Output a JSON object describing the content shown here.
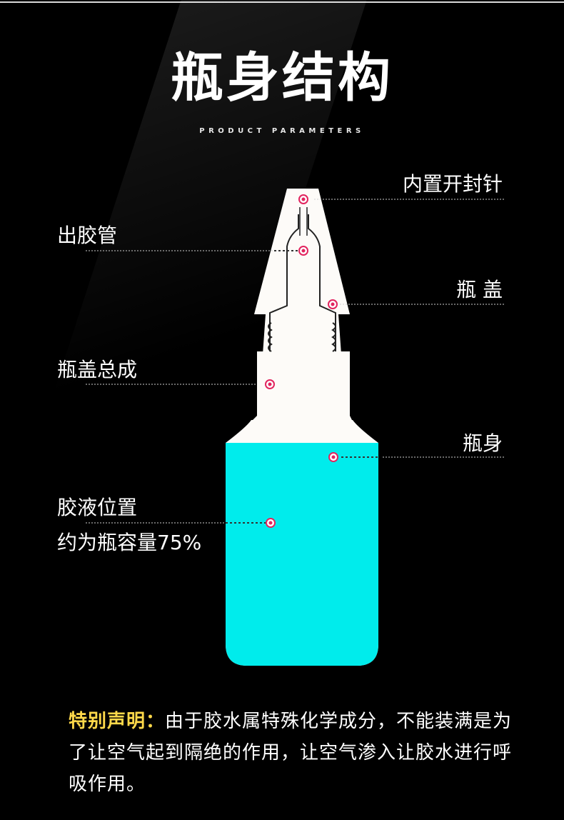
{
  "title": "瓶身结构",
  "subtitle": "PRODUCT PARAMETERS",
  "labels": {
    "needle": "内置开封针",
    "tube": "出胶管",
    "cap": "瓶 盖",
    "cap_assembly": "瓶盖总成",
    "body": "瓶身",
    "glue_level": "胶液位置",
    "capacity": "约为瓶容量75%"
  },
  "fill_level_fraction": 0.75,
  "colors": {
    "liquid": "#00ecec",
    "bottle": "#fdfbf8",
    "marker": "#e2245e",
    "highlight": "#ffd94a"
  },
  "notice": {
    "heading": "特别声明：",
    "text": "由于胶水属特殊化学成分，不能装满是为了让空气起到隔绝的作用，让空气渗入让胶水进行呼吸作用。"
  }
}
